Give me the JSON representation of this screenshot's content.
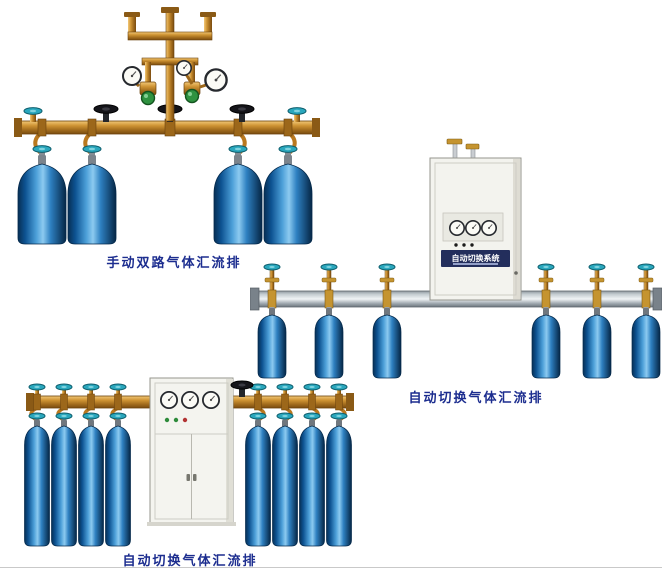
{
  "figures": [
    {
      "name": "manual-dual-manifold",
      "caption": "手动双路气体汇流排",
      "cylinder_count": 4
    },
    {
      "name": "auto-switch-manifold-wall-cabinet",
      "caption": "自动切换气体汇流排",
      "cabinet_label": "自动切换系统",
      "cylinder_count": 6
    },
    {
      "name": "auto-switch-manifold-floor-cabinet",
      "caption": "自动切换气体汇流排",
      "cylinder_count": 8
    }
  ],
  "colors": {
    "background": "#ffffff",
    "caption_text": "#1c2d8f",
    "cylinder_blue": "#1565a8",
    "brass": "#c08a2e",
    "valve_teal": "#2aa7bd",
    "rail_silver": "#c7ced3",
    "cabinet_body": "#f3f3ee",
    "cabinet_label_strip": "#232e5c"
  }
}
